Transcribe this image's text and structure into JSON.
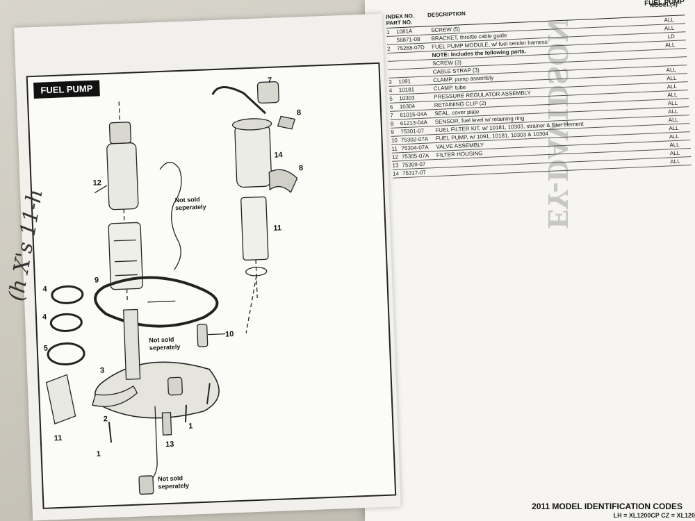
{
  "diagram": {
    "section_title": "FUEL PUMP",
    "callouts": [
      "7",
      "8",
      "14",
      "8",
      "12",
      "11",
      "9",
      "4",
      "4",
      "5",
      "3",
      "10",
      "2",
      "11",
      "1",
      "13",
      "1"
    ],
    "notes": {
      "note1": "Not sold seperately",
      "note2": "Not sold seperately",
      "note3": "Not sold seperately"
    }
  },
  "parts_table": {
    "page_label": "FUEL PUMP",
    "headers": {
      "index_part": "INDEX NO. PART NO.",
      "description": "DESCRIPTION",
      "models": "MODEL(S)"
    },
    "rows": [
      {
        "idx": "1",
        "part": "1081A",
        "desc": "SCREW (5)",
        "model": "ALL"
      },
      {
        "idx": "",
        "part": "56871-08",
        "desc": "BRACKET, throttle cable guide",
        "model": "ALL"
      },
      {
        "idx": "2",
        "part": "75268-07D",
        "desc": "FUEL PUMP MODULE, w/ fuel sender harness",
        "model": "LD"
      },
      {
        "idx": "",
        "part": "",
        "desc": "NOTE: Includes the following parts.",
        "model": "ALL",
        "note": true
      },
      {
        "idx": "",
        "part": "",
        "desc": "SCREW (3)",
        "model": ""
      },
      {
        "idx": "",
        "part": "",
        "desc": "CABLE STRAP (3)",
        "model": ""
      },
      {
        "idx": "3",
        "part": "1091",
        "desc": "CLAMP, pump assembly",
        "model": "ALL"
      },
      {
        "idx": "4",
        "part": "10181",
        "desc": "CLAMP, tube",
        "model": "ALL"
      },
      {
        "idx": "5",
        "part": "10303",
        "desc": "PRESSURE REGULATOR ASSEMBLY",
        "model": "ALL"
      },
      {
        "idx": "6",
        "part": "10304",
        "desc": "RETAINING CLIP (2)",
        "model": "ALL"
      },
      {
        "idx": "7",
        "part": "61015-04A",
        "desc": "SEAL, cover plate",
        "model": "ALL"
      },
      {
        "idx": "8",
        "part": "61213-04A",
        "desc": "SENSOR, fuel level w/ retaining ring",
        "model": "ALL"
      },
      {
        "idx": "9",
        "part": "75301-07",
        "desc": "FUEL FILTER KIT, w/ 10181, 10303, strainer & filter element",
        "model": "ALL"
      },
      {
        "idx": "10",
        "part": "75302-07A",
        "desc": "FUEL PUMP, w/ 1091, 10181, 10303 & 10304",
        "model": "ALL"
      },
      {
        "idx": "11",
        "part": "75304-07A",
        "desc": "VALVE ASSEMBLY",
        "model": "ALL"
      },
      {
        "idx": "12",
        "part": "75305-07A",
        "desc": "FILTER HOUSING",
        "model": "ALL"
      },
      {
        "idx": "13",
        "part": "75309-07",
        "desc": "",
        "model": "ALL"
      },
      {
        "idx": "14",
        "part": "75317-07",
        "desc": "",
        "model": "ALL"
      }
    ]
  },
  "footer": {
    "title": "2011 MODEL IDENTIFICATION CODES",
    "codes": "LH = XL1200CP   CZ = XL120"
  },
  "handwriting": "(h X's 11-h",
  "ghost_text": {
    "brand": "EY-DAVIDSON"
  }
}
